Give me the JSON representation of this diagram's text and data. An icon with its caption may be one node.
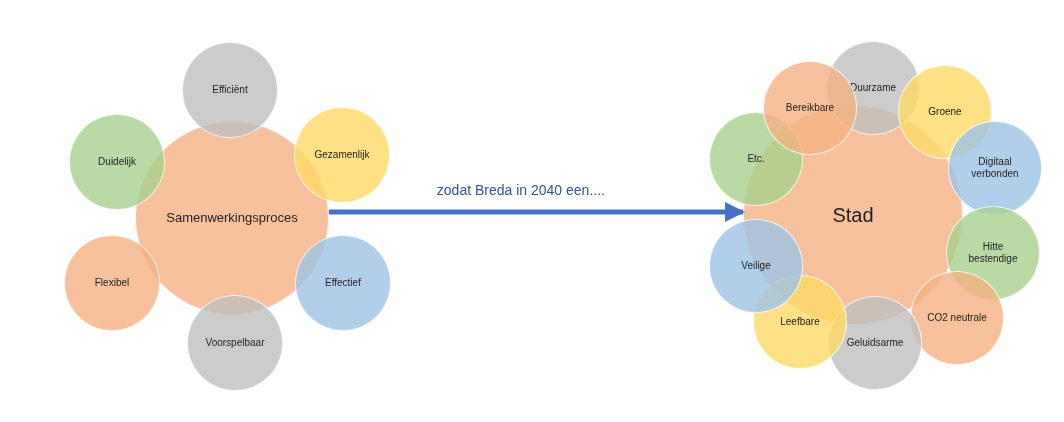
{
  "diagram": {
    "nodes": [
      {
        "text": [
          "Samenwerkingsproces"
        ]
      },
      {
        "text": [
          "Efficiënt"
        ]
      },
      {
        "text": [
          "Gezamenlijk"
        ]
      },
      {
        "text": [
          "Effectief"
        ]
      },
      {
        "text": [
          "Voorspelbaar"
        ]
      },
      {
        "text": [
          "Flexibel"
        ]
      },
      {
        "text": [
          "Duidelijk"
        ]
      },
      {
        "text": [
          "Stad"
        ]
      },
      {
        "text": [
          "Duurzame"
        ]
      },
      {
        "text": [
          "Groene"
        ]
      },
      {
        "text": [
          "Digitaal verbonden"
        ]
      },
      {
        "text": [
          "Hitte bestendige"
        ]
      },
      {
        "text": [
          "CO2 neutrale"
        ]
      },
      {
        "text": [
          "Geluidsarme"
        ]
      },
      {
        "text": [
          "Leefbare"
        ]
      },
      {
        "text": [
          "Veilige"
        ]
      },
      {
        "text": [
          "Etc."
        ]
      },
      {
        "text": [
          "Bereikbare"
        ]
      }
    ],
    "edges": [
      {
        "from": 0,
        "to": 7,
        "arrow": "to",
        "label": "zodat Breda in 2040 een...."
      }
    ]
  }
}
